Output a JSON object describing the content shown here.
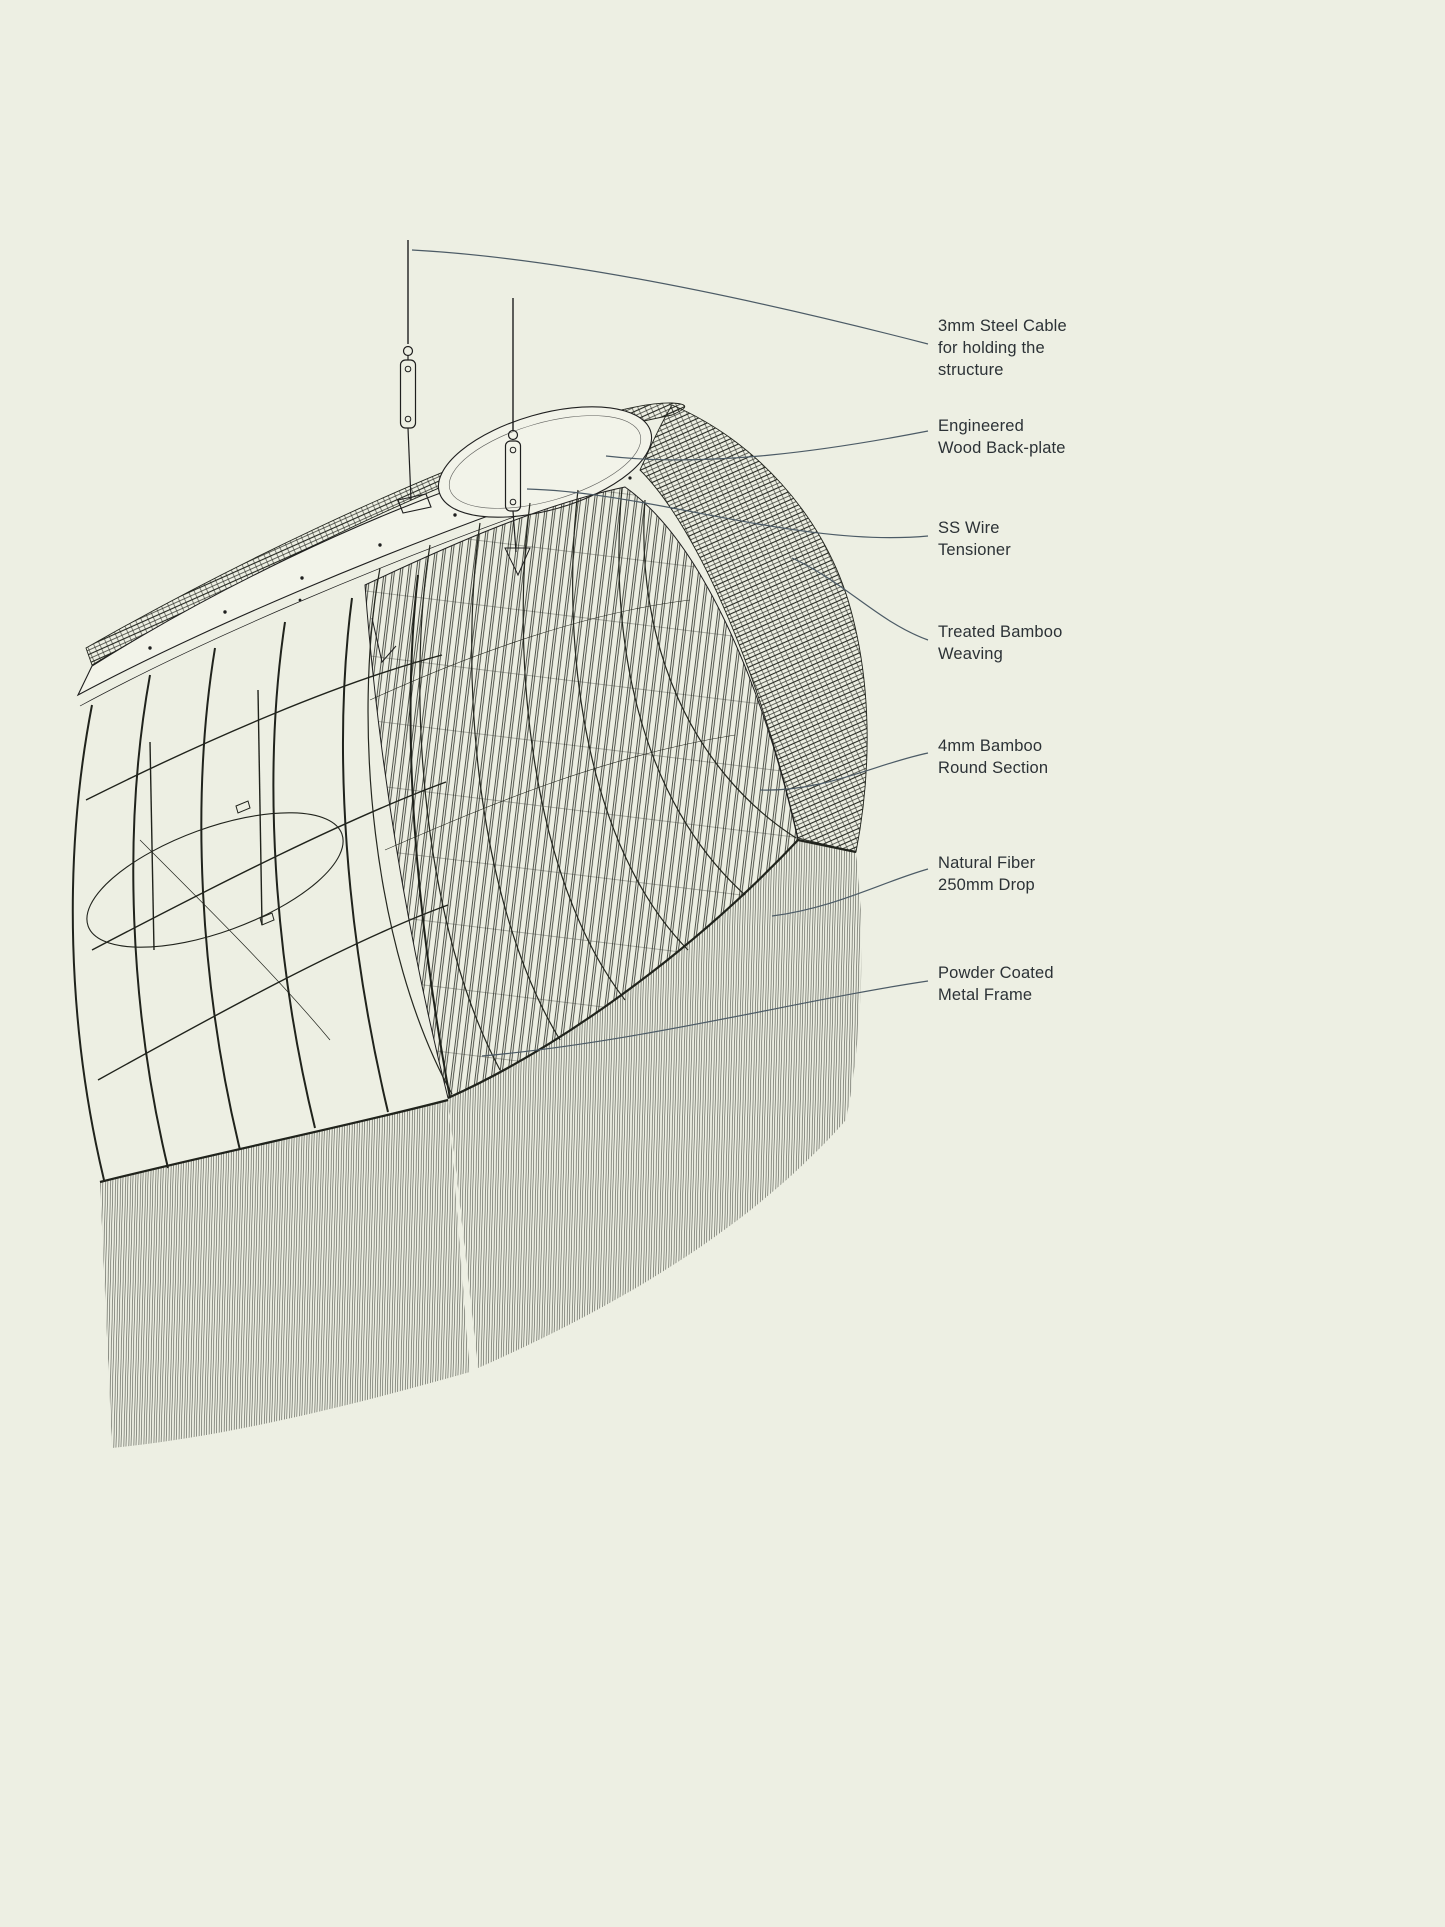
{
  "diagram": {
    "labels": [
      {
        "text": "3mm Steel Cable\nfor holding the\nstructure"
      },
      {
        "text": "Engineered\nWood Back-plate"
      },
      {
        "text": "SS Wire\nTensioner"
      },
      {
        "text": "Treated Bamboo\nWeaving"
      },
      {
        "text": "4mm Bamboo\nRound Section"
      },
      {
        "text": "Natural Fiber\n250mm Drop"
      },
      {
        "text": "Powder Coated\nMetal Frame"
      }
    ],
    "colors": {
      "background": "#edefe3",
      "ink": "#1f1f1f",
      "label_text": "#2c3236",
      "leader_line": "#4c5b66"
    }
  }
}
